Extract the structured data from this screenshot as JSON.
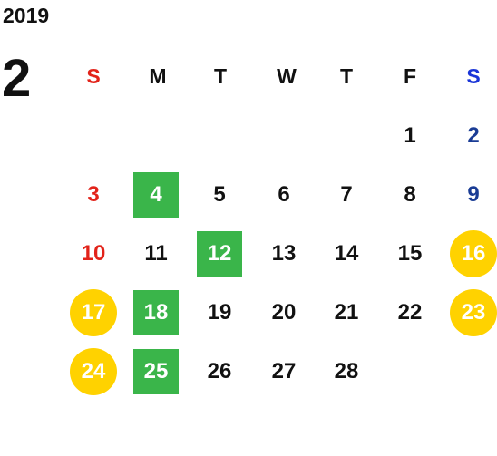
{
  "year": "2019",
  "month": "2",
  "weekdays": [
    "S",
    "M",
    "T",
    "W",
    "T",
    "F",
    "S"
  ],
  "colors": {
    "green_highlight": "#3ab54a",
    "yellow_highlight": "#ffd200",
    "sunday": "#e2231a",
    "saturday": "#1a3c95"
  },
  "weeks": [
    [
      {
        "d": ""
      },
      {
        "d": ""
      },
      {
        "d": ""
      },
      {
        "d": ""
      },
      {
        "d": ""
      },
      {
        "d": "1"
      },
      {
        "d": "2"
      }
    ],
    [
      {
        "d": "3"
      },
      {
        "d": "4",
        "hl": "green"
      },
      {
        "d": "5"
      },
      {
        "d": "6"
      },
      {
        "d": "7"
      },
      {
        "d": "8"
      },
      {
        "d": "9"
      }
    ],
    [
      {
        "d": "10"
      },
      {
        "d": "11"
      },
      {
        "d": "12",
        "hl": "green"
      },
      {
        "d": "13"
      },
      {
        "d": "14"
      },
      {
        "d": "15"
      },
      {
        "d": "16",
        "hl": "yellow"
      }
    ],
    [
      {
        "d": "17",
        "hl": "yellow"
      },
      {
        "d": "18",
        "hl": "green"
      },
      {
        "d": "19"
      },
      {
        "d": "20"
      },
      {
        "d": "21"
      },
      {
        "d": "22"
      },
      {
        "d": "23",
        "hl": "yellow"
      }
    ],
    [
      {
        "d": "24",
        "hl": "yellow"
      },
      {
        "d": "25",
        "hl": "green"
      },
      {
        "d": "26"
      },
      {
        "d": "27"
      },
      {
        "d": "28"
      },
      {
        "d": ""
      },
      {
        "d": ""
      }
    ]
  ]
}
